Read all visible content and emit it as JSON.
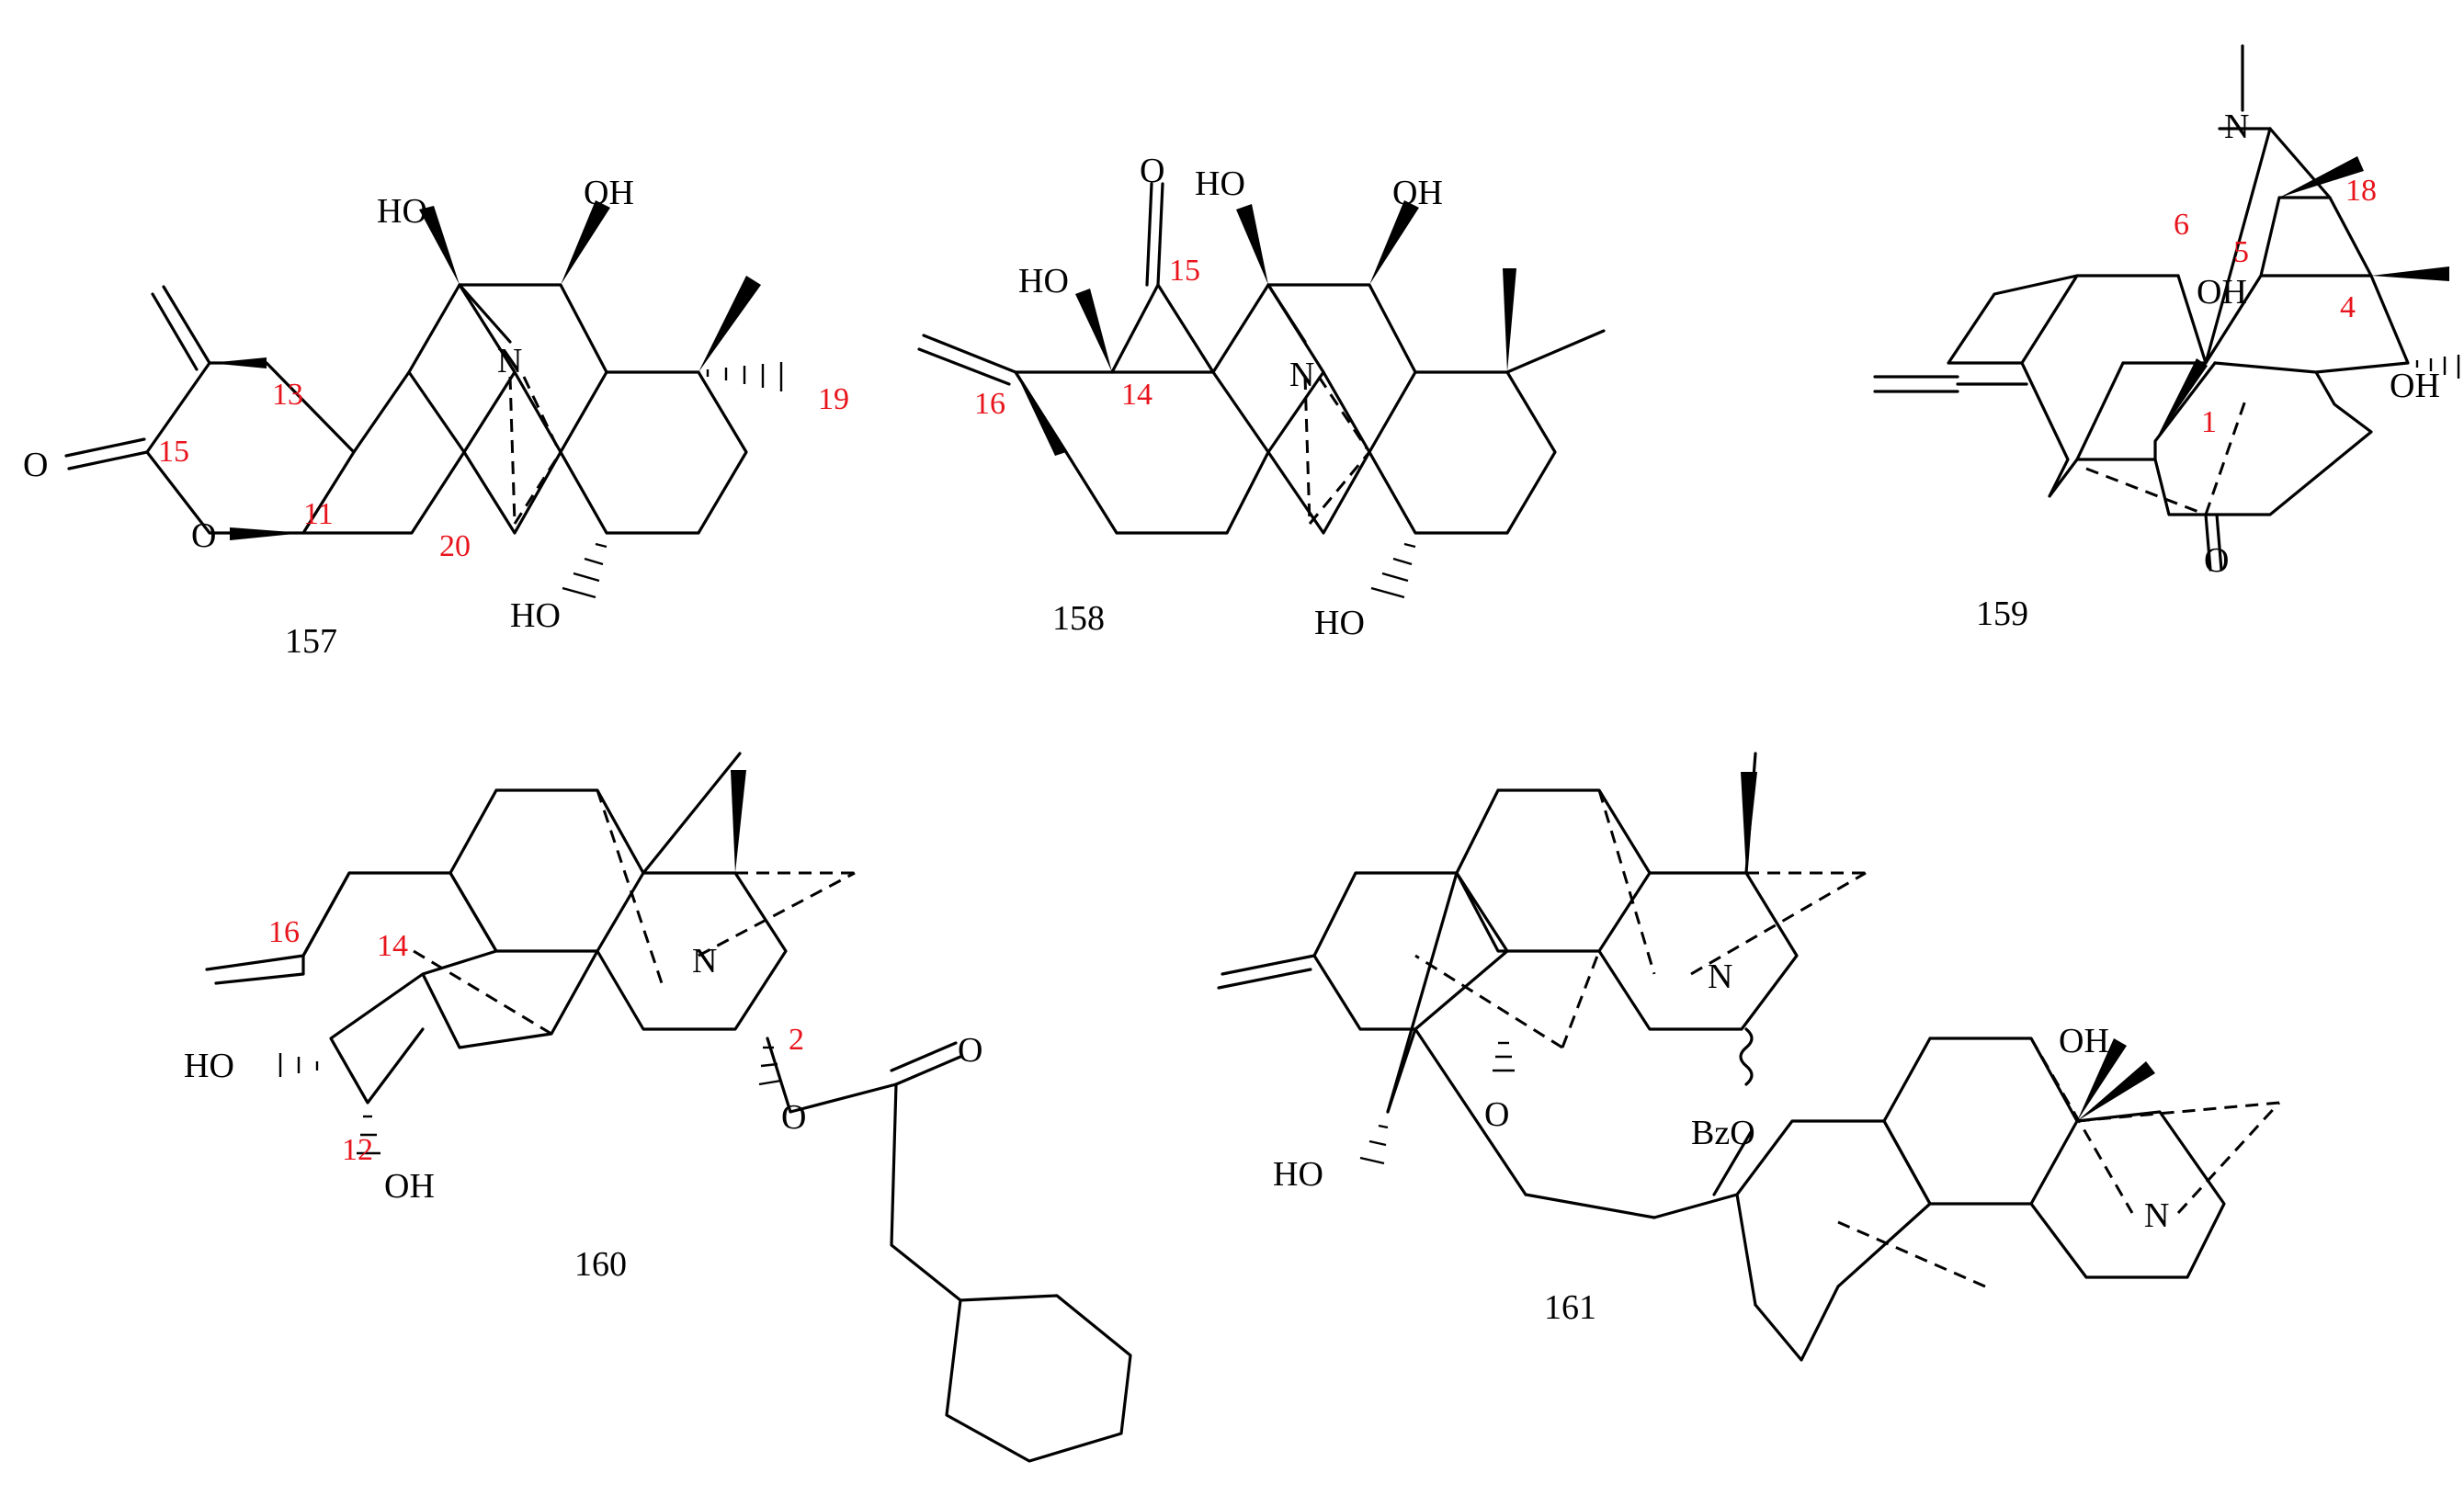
{
  "compounds": [
    {
      "id": "157",
      "atoms": {
        "ho_left": "HO",
        "oh_right": "OH",
        "ho_bottom": "HO",
        "nitrogen": "N",
        "carbonyl_o": "O",
        "ring_o": "O"
      },
      "positions": [
        "13",
        "15",
        "11",
        "20",
        "19"
      ]
    },
    {
      "id": "158",
      "atoms": {
        "carbonyl_o": "O",
        "ho_top": "HO",
        "oh_top": "OH",
        "ho_side": "HO",
        "nitrogen": "N",
        "ho_bottom": "HO"
      },
      "positions": [
        "15",
        "16",
        "14"
      ]
    },
    {
      "id": "159",
      "atoms": {
        "nitrogen": "N",
        "oh_bridge": "OH",
        "oh_right": "OH",
        "carbonyl_o": "O"
      },
      "positions": [
        "6",
        "5",
        "18",
        "4",
        "1"
      ]
    },
    {
      "id": "160",
      "atoms": {
        "nitrogen": "N",
        "ho_left": "HO",
        "oh_bottom": "OH",
        "ester_o": "O",
        "carbonyl_o": "O"
      },
      "positions": [
        "16",
        "14",
        "2",
        "12"
      ]
    },
    {
      "id": "161",
      "atoms": {
        "nitrogen_upper": "N",
        "ho_left": "HO",
        "ether_o": "O",
        "bzo": "BzO",
        "oh_right": "OH",
        "nitrogen_lower": "N"
      }
    }
  ],
  "colors": {
    "bond": "#000000",
    "position_number": "#e8141c",
    "background": "#ffffff"
  }
}
